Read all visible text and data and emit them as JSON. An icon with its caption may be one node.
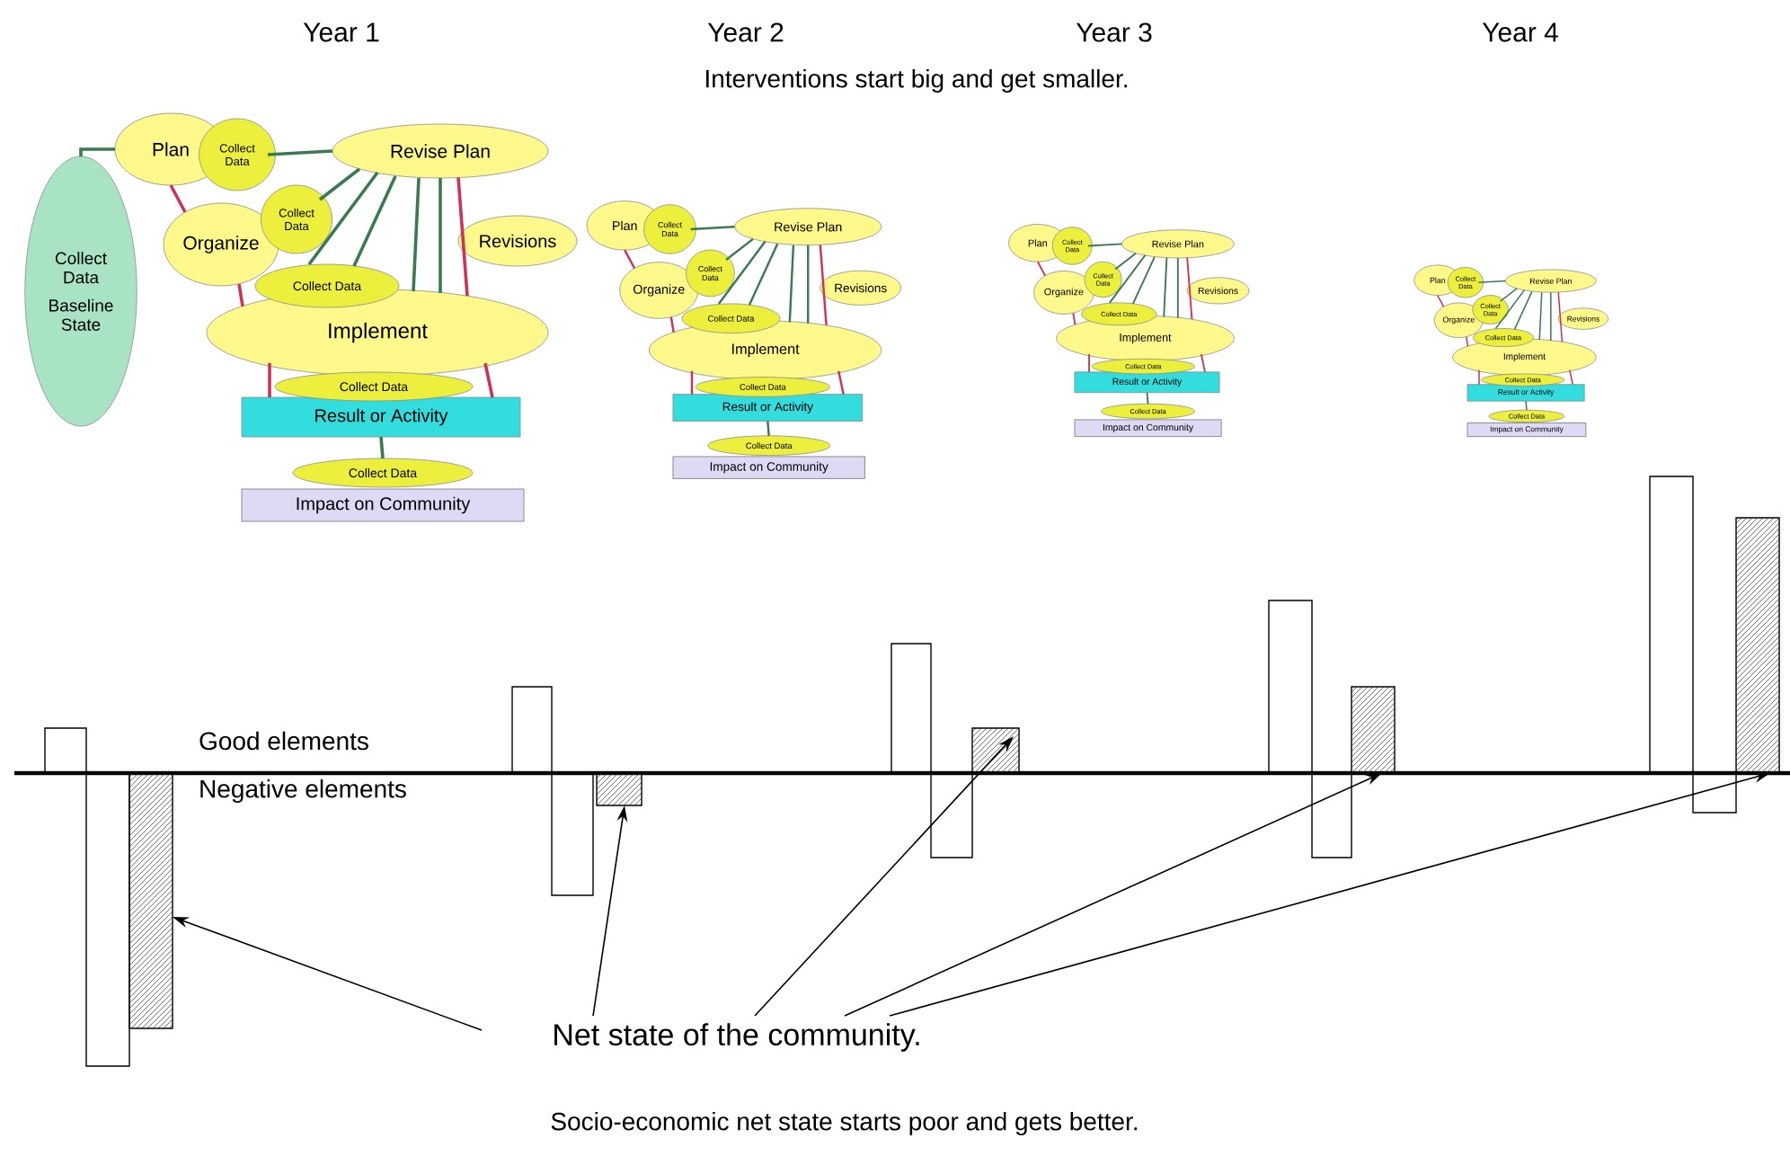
{
  "diagram": {
    "title": "Interventions start big and get smaller.",
    "caption": "Socio-economic net state starts poor and gets better.",
    "nodes": [
      {
        "text": [
          "Collect Data",
          "Baseline State"
        ]
      },
      {
        "text": [
          "Plan"
        ]
      },
      {
        "text": [
          "Collect Data"
        ]
      },
      {
        "text": [
          "Revise Plan"
        ]
      },
      {
        "text": [
          "Organize"
        ]
      },
      {
        "text": [
          "Collect Data"
        ]
      },
      {
        "text": [
          "Revisions"
        ]
      },
      {
        "text": [
          "Collect Data"
        ]
      },
      {
        "text": [
          "Implement"
        ]
      },
      {
        "text": [
          "Collect Data"
        ]
      },
      {
        "text": [
          "Result or Activity"
        ]
      },
      {
        "text": [
          "Collect Data"
        ]
      },
      {
        "text": [
          "Impact on Community"
        ]
      },
      {
        "text": [
          "Plan"
        ]
      },
      {
        "text": [
          "Collect Data"
        ]
      },
      {
        "text": [
          "Revise Plan"
        ]
      },
      {
        "text": [
          "Organize"
        ]
      },
      {
        "text": [
          "Collect Data"
        ]
      },
      {
        "text": [
          "Revisions"
        ]
      },
      {
        "text": [
          "Collect Data"
        ]
      },
      {
        "text": [
          "Implement"
        ]
      },
      {
        "text": [
          "Collect Data"
        ]
      },
      {
        "text": [
          "Result or Activity"
        ]
      },
      {
        "text": [
          "Collect Data"
        ]
      },
      {
        "text": [
          "Impact on Community"
        ]
      },
      {
        "text": [
          "Plan"
        ]
      },
      {
        "text": [
          "Collect Data"
        ]
      },
      {
        "text": [
          "Revise Plan"
        ]
      },
      {
        "text": [
          "Organize"
        ]
      },
      {
        "text": [
          "Collect Data"
        ]
      },
      {
        "text": [
          "Revisions"
        ]
      },
      {
        "text": [
          "Collect Data"
        ]
      },
      {
        "text": [
          "Implement"
        ]
      },
      {
        "text": [
          "Collect Data"
        ]
      },
      {
        "text": [
          "Result or Activity"
        ]
      },
      {
        "text": [
          "Collect Data"
        ]
      },
      {
        "text": [
          "Impact on Community"
        ]
      },
      {
        "text": [
          "Plan"
        ]
      },
      {
        "text": [
          "Collect Data"
        ]
      },
      {
        "text": [
          "Revise Plan"
        ]
      },
      {
        "text": [
          "Organize"
        ]
      },
      {
        "text": [
          "Collect Data"
        ]
      },
      {
        "text": [
          "Revisions"
        ]
      },
      {
        "text": [
          "Collect Data"
        ]
      },
      {
        "text": [
          "Implement"
        ]
      },
      {
        "text": [
          "Collect Data"
        ]
      },
      {
        "text": [
          "Result or Activity"
        ]
      },
      {
        "text": [
          "Collect Data"
        ]
      },
      {
        "text": [
          "Impact on Community"
        ]
      },
      {
        "text": [
          "Net state of the community."
        ]
      },
      {
        "text": [],
        "shape": "bar"
      },
      {
        "text": [],
        "shape": "bar"
      },
      {
        "text": [],
        "shape": "bar"
      },
      {
        "text": [],
        "shape": "bar"
      },
      {
        "text": [],
        "shape": "bar"
      }
    ],
    "edges": [
      {
        "from": 0,
        "to": 1,
        "arrow": "none"
      },
      {
        "from": 2,
        "to": 3,
        "arrow": "none"
      },
      {
        "from": 1,
        "to": 4,
        "arrow": "none",
        "color": "#cc3355"
      },
      {
        "from": 4,
        "to": 8,
        "arrow": "none",
        "color": "#cc3355"
      },
      {
        "from": 5,
        "to": 3,
        "arrow": "none"
      },
      {
        "from": 3,
        "to": 7,
        "arrow": "none"
      },
      {
        "from": 3,
        "to": 7,
        "arrow": "none"
      },
      {
        "from": 3,
        "to": 8,
        "arrow": "none"
      },
      {
        "from": 3,
        "to": 8,
        "arrow": "none"
      },
      {
        "from": 3,
        "to": 8,
        "arrow": "none",
        "color": "#cc3355"
      },
      {
        "from": 8,
        "to": 10,
        "arrow": "none",
        "color": "#cc3355"
      },
      {
        "from": 8,
        "to": 10,
        "arrow": "none",
        "color": "#cc3355"
      },
      {
        "from": 10,
        "to": 11,
        "arrow": "none"
      },
      {
        "from": 14,
        "to": 15,
        "arrow": "none"
      },
      {
        "from": 13,
        "to": 16,
        "arrow": "none",
        "color": "#cc3355"
      },
      {
        "from": 16,
        "to": 20,
        "arrow": "none",
        "color": "#cc3355"
      },
      {
        "from": 17,
        "to": 15,
        "arrow": "none"
      },
      {
        "from": 15,
        "to": 19,
        "arrow": "none"
      },
      {
        "from": 15,
        "to": 19,
        "arrow": "none"
      },
      {
        "from": 15,
        "to": 20,
        "arrow": "none"
      },
      {
        "from": 15,
        "to": 20,
        "arrow": "none"
      },
      {
        "from": 15,
        "to": 20,
        "arrow": "none",
        "color": "#cc3355"
      },
      {
        "from": 20,
        "to": 22,
        "arrow": "none",
        "color": "#cc3355"
      },
      {
        "from": 20,
        "to": 22,
        "arrow": "none",
        "color": "#cc3355"
      },
      {
        "from": 22,
        "to": 23,
        "arrow": "none"
      },
      {
        "from": 26,
        "to": 27,
        "arrow": "none"
      },
      {
        "from": 25,
        "to": 28,
        "arrow": "none",
        "color": "#cc3355"
      },
      {
        "from": 28,
        "to": 32,
        "arrow": "none",
        "color": "#cc3355"
      },
      {
        "from": 29,
        "to": 27,
        "arrow": "none"
      },
      {
        "from": 27,
        "to": 31,
        "arrow": "none"
      },
      {
        "from": 27,
        "to": 31,
        "arrow": "none"
      },
      {
        "from": 27,
        "to": 32,
        "arrow": "none"
      },
      {
        "from": 27,
        "to": 32,
        "arrow": "none"
      },
      {
        "from": 27,
        "to": 32,
        "arrow": "none",
        "color": "#cc3355"
      },
      {
        "from": 32,
        "to": 34,
        "arrow": "none",
        "color": "#cc3355"
      },
      {
        "from": 32,
        "to": 34,
        "arrow": "none",
        "color": "#cc3355"
      },
      {
        "from": 34,
        "to": 35,
        "arrow": "none"
      },
      {
        "from": 38,
        "to": 39,
        "arrow": "none"
      },
      {
        "from": 37,
        "to": 40,
        "arrow": "none",
        "color": "#cc3355"
      },
      {
        "from": 40,
        "to": 44,
        "arrow": "none",
        "color": "#cc3355"
      },
      {
        "from": 41,
        "to": 39,
        "arrow": "none"
      },
      {
        "from": 39,
        "to": 43,
        "arrow": "none"
      },
      {
        "from": 39,
        "to": 43,
        "arrow": "none"
      },
      {
        "from": 39,
        "to": 44,
        "arrow": "none"
      },
      {
        "from": 39,
        "to": 44,
        "arrow": "none"
      },
      {
        "from": 39,
        "to": 44,
        "arrow": "none",
        "color": "#cc3355"
      },
      {
        "from": 44,
        "to": 46,
        "arrow": "none",
        "color": "#cc3355"
      },
      {
        "from": 44,
        "to": 46,
        "arrow": "none",
        "color": "#cc3355"
      },
      {
        "from": 46,
        "to": 47,
        "arrow": "none"
      },
      {
        "from": 49,
        "to": 50,
        "arrow": "to",
        "color": "#000000"
      },
      {
        "from": 49,
        "to": 51,
        "arrow": "to",
        "color": "#000000"
      },
      {
        "from": 49,
        "to": 52,
        "arrow": "to",
        "color": "#000000"
      },
      {
        "from": 49,
        "to": 53,
        "arrow": "to",
        "color": "#000000"
      },
      {
        "from": 49,
        "to": 54,
        "arrow": "to",
        "color": "#000000"
      }
    ],
    "labels": [
      "Year 1",
      "Year 2",
      "Year 3",
      "Year 4",
      "Good elements",
      "Negative elements"
    ]
  }
}
